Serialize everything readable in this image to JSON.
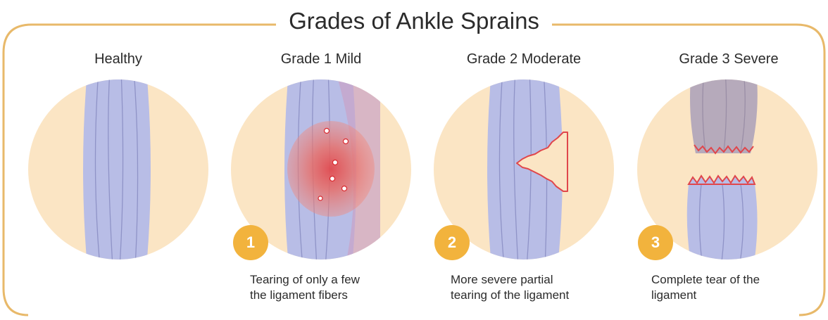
{
  "title": "Grades of Ankle Sprains",
  "panels": [
    {
      "label": "Healthy"
    },
    {
      "label": "Grade 1 Mild",
      "badge": "1",
      "desc_lines": [
        "Tearing of only a few",
        "the ligament fibers"
      ]
    },
    {
      "label": "Grade 2 Moderate",
      "badge": "2",
      "desc_lines": [
        "More severe partial",
        "tearing of the ligament"
      ]
    },
    {
      "label": "Grade 3 Severe",
      "badge": "3",
      "desc_lines": [
        "Complete tear of the",
        "ligament"
      ]
    }
  ],
  "colors": {
    "frame": "#e8b96a",
    "circle_fill": "#fbe5c4",
    "ligament": "#b8bde6",
    "ligament_fiber": "#8f93c7",
    "tear": "#e0464b",
    "badge": "#f2b33d"
  }
}
